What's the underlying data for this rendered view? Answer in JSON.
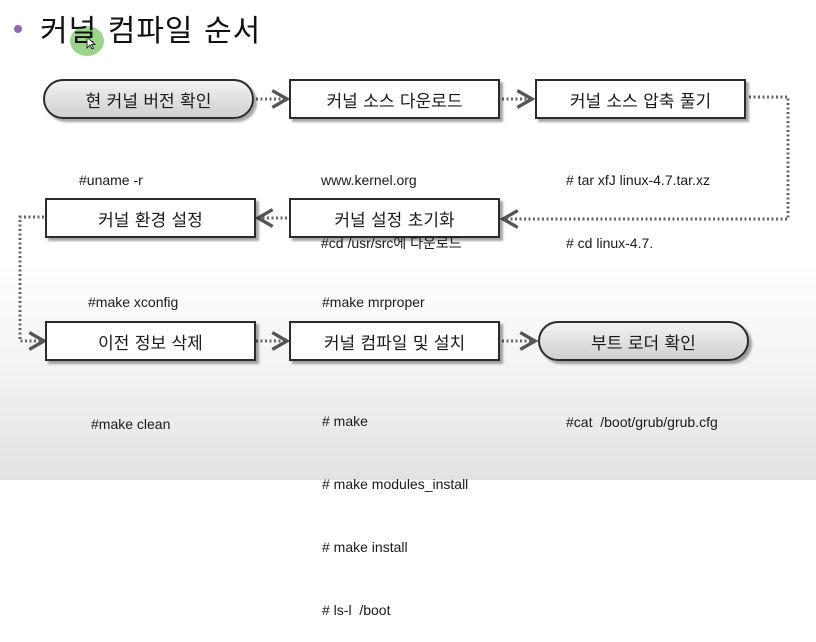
{
  "title": "커널 컴파일 순서",
  "steps": [
    {
      "label": "현 커널 버전 확인",
      "notes": [
        "#uname -r"
      ]
    },
    {
      "label": "커널 소스 다운로드",
      "notes": [
        "www.kernel.org",
        "#cd /usr/src에 다운로드"
      ]
    },
    {
      "label": "커널 소스 압축 풀기",
      "notes": [
        "# tar xfJ linux-4.7.tar.xz",
        "# cd linux-4.7."
      ]
    },
    {
      "label": "커널 설정 초기화",
      "notes": [
        "#make mrproper"
      ]
    },
    {
      "label": "커널 환경 설정",
      "notes": [
        "#make xconfig"
      ]
    },
    {
      "label": "이전 정보 삭제",
      "notes": [
        "#make clean"
      ]
    },
    {
      "label": "커널 컴파일 및 설치",
      "notes": [
        "# make",
        "# make modules_install",
        "# make install",
        "# ls-l  /boot"
      ]
    },
    {
      "label": "부트 로더 확인",
      "notes": [
        "#cat  /boot/grub/grub.cfg"
      ]
    }
  ]
}
